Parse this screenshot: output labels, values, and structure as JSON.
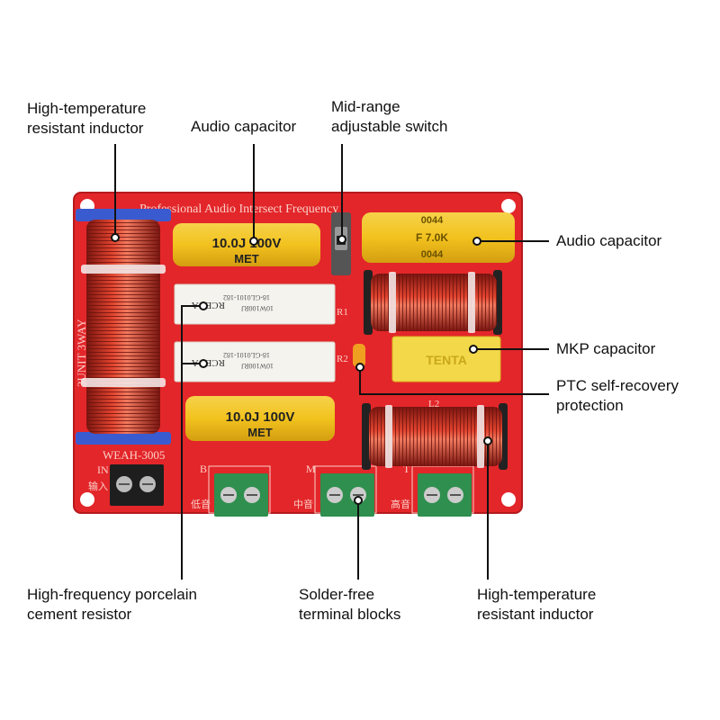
{
  "callouts": {
    "inductor_left": [
      "High-temperature",
      "resistant inductor"
    ],
    "audio_cap_top": [
      "Audio capacitor"
    ],
    "midrange_switch": [
      "Mid-range",
      "adjustable switch"
    ],
    "audio_cap_right": [
      "Audio capacitor"
    ],
    "mkp_cap": [
      "MKP capacitor"
    ],
    "ptc": [
      "PTC self-recovery",
      "protection"
    ],
    "resistor": [
      "High-frequency porcelain",
      "cement resistor"
    ],
    "terminals": [
      "Solder-free",
      "terminal blocks"
    ],
    "inductor_right": [
      "High-temperature",
      "resistant inductor"
    ]
  },
  "board": {
    "header": "Professional Audio Intersect Frequency",
    "side_label": "3UNIT 3WAY",
    "model": "WEAH-3005",
    "r1": "R1",
    "r2": "R2",
    "l2": "L2",
    "input_label": "IN",
    "input_cn": "输入",
    "bass_letter": "B",
    "bass_cn": "低音",
    "mid_letter": "M",
    "mid_cn": "中音",
    "treble_letter": "T",
    "treble_cn": "高音",
    "res_brand": "RCEOA",
    "res_code1": "18-GL0101-182",
    "res_code2": "10W100RJ",
    "res_brand_2": "RCEOA",
    "res_code1_2": "18-GL0101-182",
    "res_code2_2": "10W100RJ"
  },
  "components": {
    "cap_top_line1": "10.0J 100V",
    "cap_top_line2": "MET",
    "cap_bottom_line1": "10.0J 100V",
    "cap_bottom_line2": "MET",
    "cap_right_line1": "0044",
    "cap_right_line2": "F 7.0K",
    "cap_right_line3": "0044",
    "mkp_text": "TENTA"
  },
  "colors": {
    "board": "#e3262a",
    "capacitor": "#f2c21e",
    "copper": "#c9301f",
    "terminal": "#2f8f4e",
    "resistor": "#f5f3ee"
  }
}
